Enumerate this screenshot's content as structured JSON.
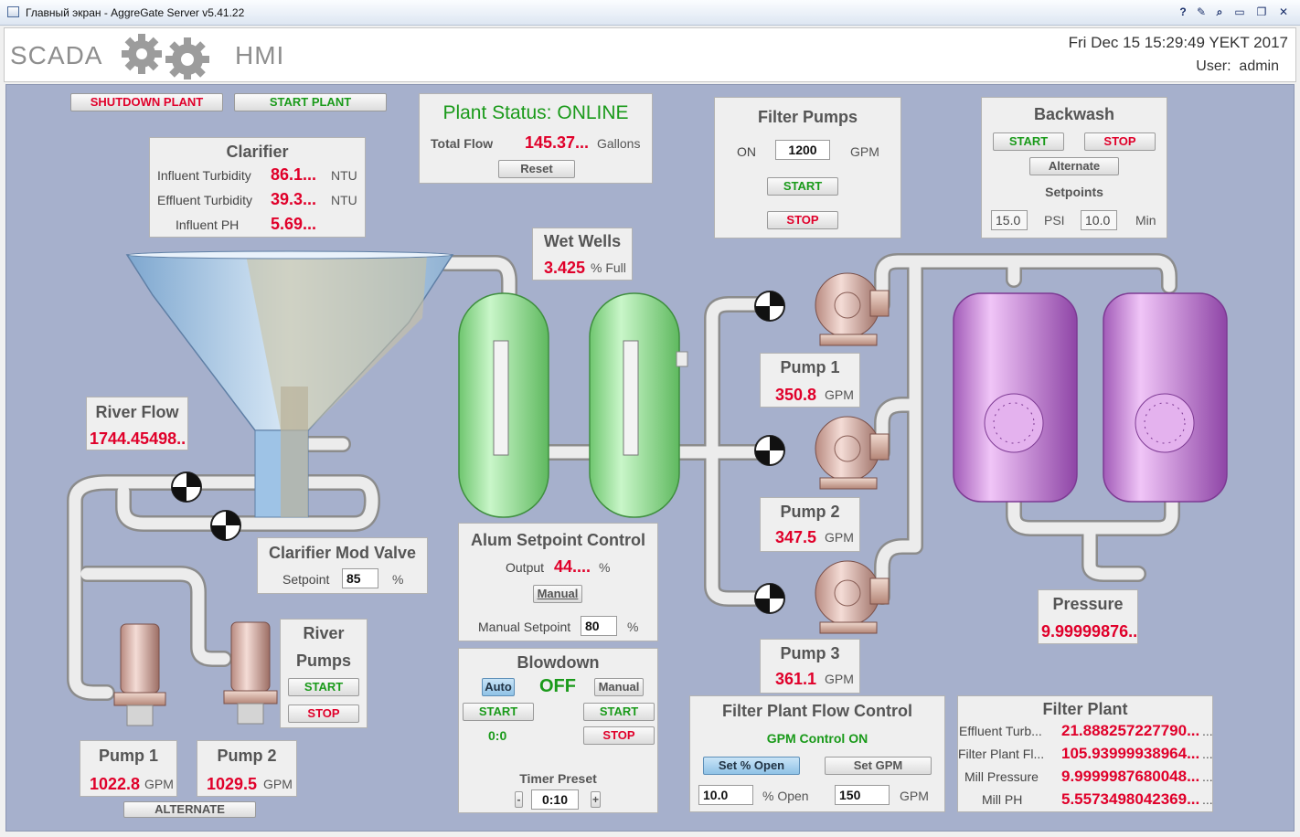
{
  "window": {
    "title": "Главный экран - AggreGate Server v5.41.22"
  },
  "header": {
    "logo_left": "SCADA",
    "logo_right": "HMI",
    "datetime": "Fri Dec 15 15:29:49 YEKT 2017",
    "user_label": "User:",
    "user_value": "admin"
  },
  "controls": {
    "shutdown": "SHUTDOWN PLANT",
    "start": "START PLANT"
  },
  "plant_status": {
    "title": "Plant Status: ONLINE",
    "total_flow_label": "Total Flow",
    "total_flow_value": "145.37...",
    "total_flow_unit": "Gallons",
    "reset": "Reset"
  },
  "clarifier": {
    "title": "Clarifier",
    "rows": [
      {
        "label": "Influent Turbidity",
        "value": "86.1...",
        "unit": "NTU"
      },
      {
        "label": "Effluent Turbidity",
        "value": "39.3...",
        "unit": "NTU"
      },
      {
        "label": "Influent PH",
        "value": "5.69...",
        "unit": ""
      }
    ]
  },
  "filter_pumps": {
    "title": "Filter Pumps",
    "on_label": "ON",
    "on_value": "1200",
    "unit": "GPM",
    "start": "START",
    "stop": "STOP"
  },
  "backwash": {
    "title": "Backwash",
    "start": "START",
    "stop": "STOP",
    "alternate": "Alternate",
    "setpoints_label": "Setpoints",
    "psi_value": "15.0",
    "psi_unit": "PSI",
    "min_value": "10.0",
    "min_unit": "Min"
  },
  "wet_wells": {
    "title": "Wet Wells",
    "value": "3.425",
    "unit": "% Full"
  },
  "river_flow": {
    "title": "River Flow",
    "value": "1744.45498.."
  },
  "clarifier_valve": {
    "title": "Clarifier Mod Valve",
    "setpoint_label": "Setpoint",
    "setpoint_value": "85",
    "unit": "%"
  },
  "river_pumps": {
    "title_line1": "River",
    "title_line2": "Pumps",
    "start": "START",
    "stop": "STOP",
    "pump1_title": "Pump 1",
    "pump1_value": "1022.8",
    "pump2_title": "Pump 2",
    "pump2_value": "1029.5",
    "unit": "GPM",
    "alternate": "ALTERNATE"
  },
  "alum": {
    "title": "Alum Setpoint Control",
    "output_label": "Output",
    "output_value": "44....",
    "output_unit": "%",
    "manual": "Manual",
    "manual_sp_label": "Manual Setpoint",
    "manual_sp_value": "80",
    "manual_sp_unit": "%"
  },
  "blowdown": {
    "title": "Blowdown",
    "auto": "Auto",
    "state": "OFF",
    "manual": "Manual",
    "start_left": "START",
    "start_right": "START",
    "stop": "STOP",
    "time": "0:0",
    "timer_label": "Timer Preset",
    "timer_value": "0:10",
    "minus": "-",
    "plus": "+"
  },
  "filter_pumps_readouts": [
    {
      "title": "Pump 1",
      "value": "350.8",
      "unit": "GPM"
    },
    {
      "title": "Pump 2",
      "value": "347.5",
      "unit": "GPM"
    },
    {
      "title": "Pump 3",
      "value": "361.1",
      "unit": "GPM"
    }
  ],
  "pressure": {
    "title": "Pressure",
    "value": "9.99999876.."
  },
  "flow_control": {
    "title": "Filter Plant Flow Control",
    "status": "GPM Control ON",
    "set_open": "Set % Open",
    "set_gpm": "Set GPM",
    "open_value": "10.0",
    "open_unit": "% Open",
    "gpm_value": "150",
    "gpm_unit": "GPM"
  },
  "filter_plant": {
    "title": "Filter Plant",
    "rows": [
      {
        "label": "Effluent Turb...",
        "value": "21.888257227790...",
        "more": "..."
      },
      {
        "label": "Filter Plant Fl...",
        "value": "105.93999938964...",
        "more": "..."
      },
      {
        "label": "Mill Pressure",
        "value": "9.9999987680048...",
        "more": "..."
      },
      {
        "label": "Mill PH",
        "value": "5.5573498042369...",
        "more": "..."
      }
    ]
  },
  "colors": {
    "background": "#a6b0cc",
    "alarm_red": "#e0002a",
    "ok_green": "#1a9a1a",
    "tank_green": "#8fe08f",
    "filter_purple": "#c27ad8",
    "clarifier_blue": "#9ec3e6"
  }
}
